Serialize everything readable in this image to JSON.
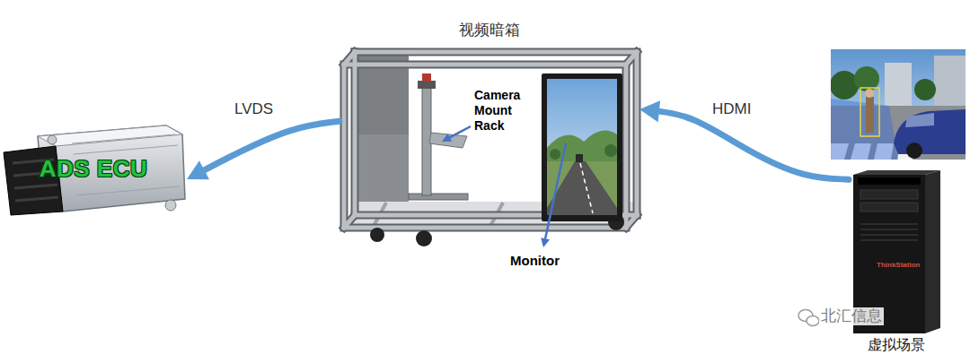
{
  "diagram": {
    "nodes": [
      {
        "text": [
          "ADS ECU"
        ]
      },
      {
        "text": [
          "视频暗箱"
        ]
      },
      {
        "text": [
          "虚拟场景"
        ]
      }
    ],
    "edges": [
      {
        "from": 1,
        "to": 0,
        "arrow": "to",
        "label": "LVDS"
      },
      {
        "from": 2,
        "to": 1,
        "arrow": "to",
        "label": "HDMI"
      }
    ],
    "labels": [
      "Camera Mount Rack",
      "Monitor",
      "ThinkStation",
      "北汇信息"
    ]
  }
}
